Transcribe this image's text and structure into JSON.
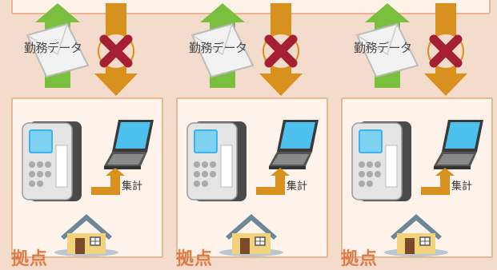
{
  "colors": {
    "background": "#f3dccb",
    "panel": "#fdf3ea",
    "panel_border": "#e7b993",
    "up_arrow": "#7bbf3f",
    "down_arrow": "#d8901f",
    "cross": "#a52030",
    "site_label": "#e07a47"
  },
  "units": [
    {
      "data_label": "勤務データ",
      "aggregate_label": "集計",
      "site_label": "拠点"
    },
    {
      "data_label": "勤務データ",
      "aggregate_label": "集計",
      "site_label": "拠点"
    },
    {
      "data_label": "勤務データ",
      "aggregate_label": "集計",
      "site_label": "拠点"
    }
  ]
}
